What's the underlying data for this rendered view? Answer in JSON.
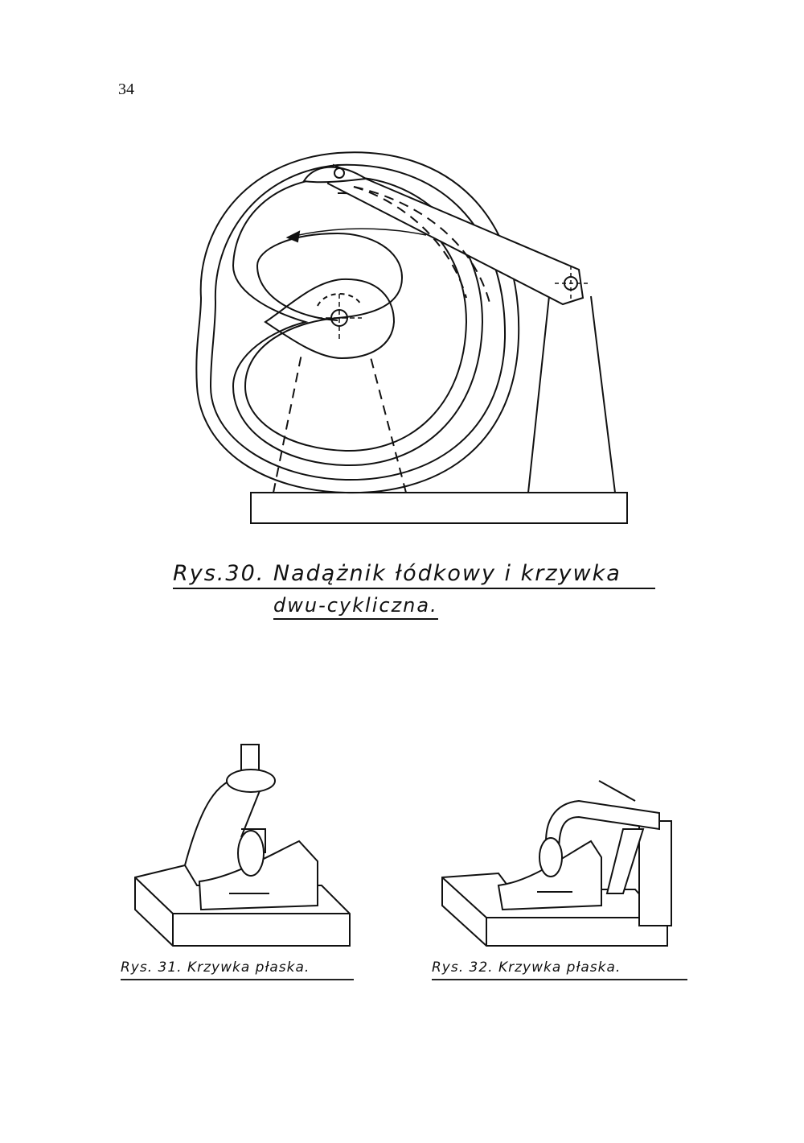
{
  "page_number": "34",
  "figures": [
    {
      "id": "rys-30",
      "caption_line1": "Rys.30. Nadążnik łódkowy i krzywka",
      "caption_line2": "dwu-cykliczna."
    },
    {
      "id": "rys-31",
      "caption": "Rys. 31. Krzywka płaska."
    },
    {
      "id": "rys-32",
      "caption": "Rys. 32. Krzywka płaska."
    }
  ]
}
